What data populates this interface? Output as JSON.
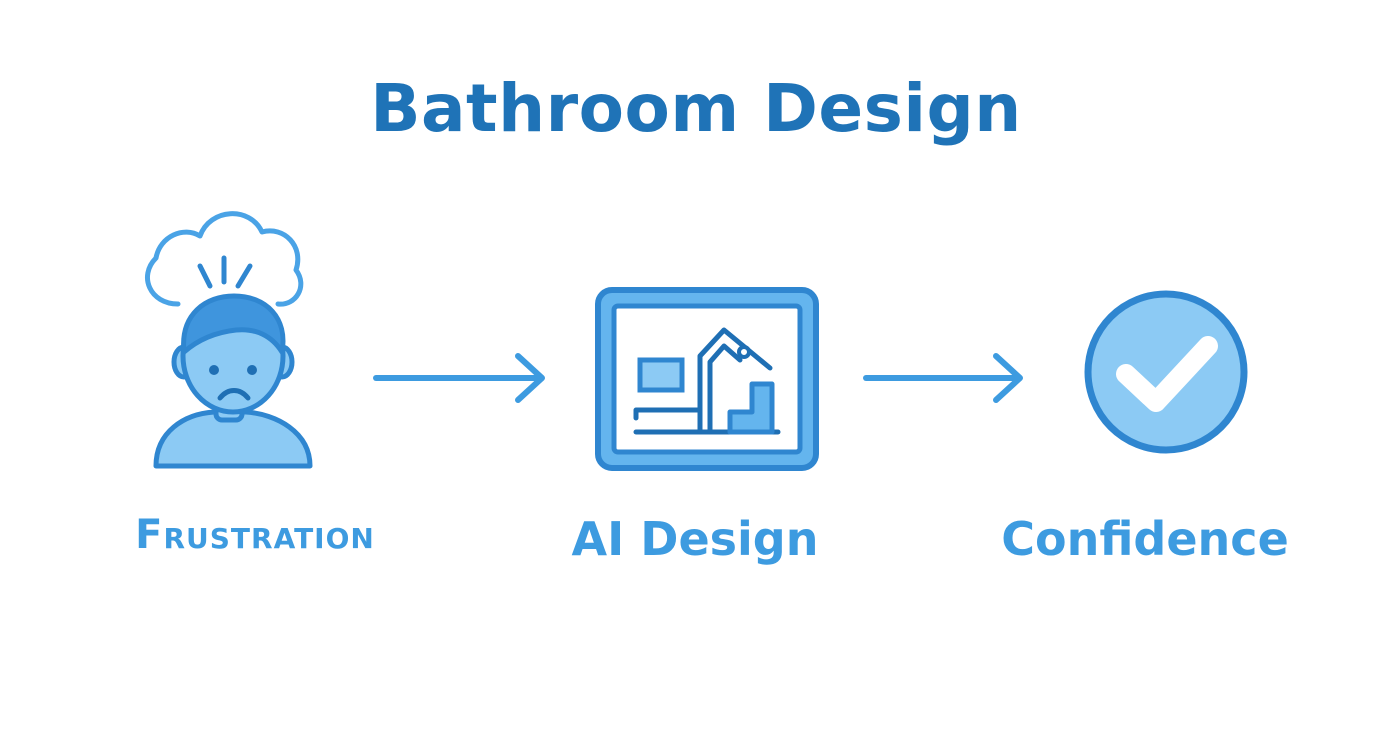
{
  "title": "Bathroom Design",
  "stages": [
    {
      "label": "Frustration",
      "icon": "frustrated-person-icon"
    },
    {
      "label": "AI Design",
      "icon": "ai-floorplan-tablet-icon"
    },
    {
      "label": "Confidence",
      "icon": "checkmark-circle-icon"
    }
  ],
  "colors": {
    "title": "#1f73b7",
    "label": "#3d9be0",
    "stroke": "#2f86d0",
    "fill_light": "#8ccaf4",
    "fill_mid": "#64b5ee"
  }
}
